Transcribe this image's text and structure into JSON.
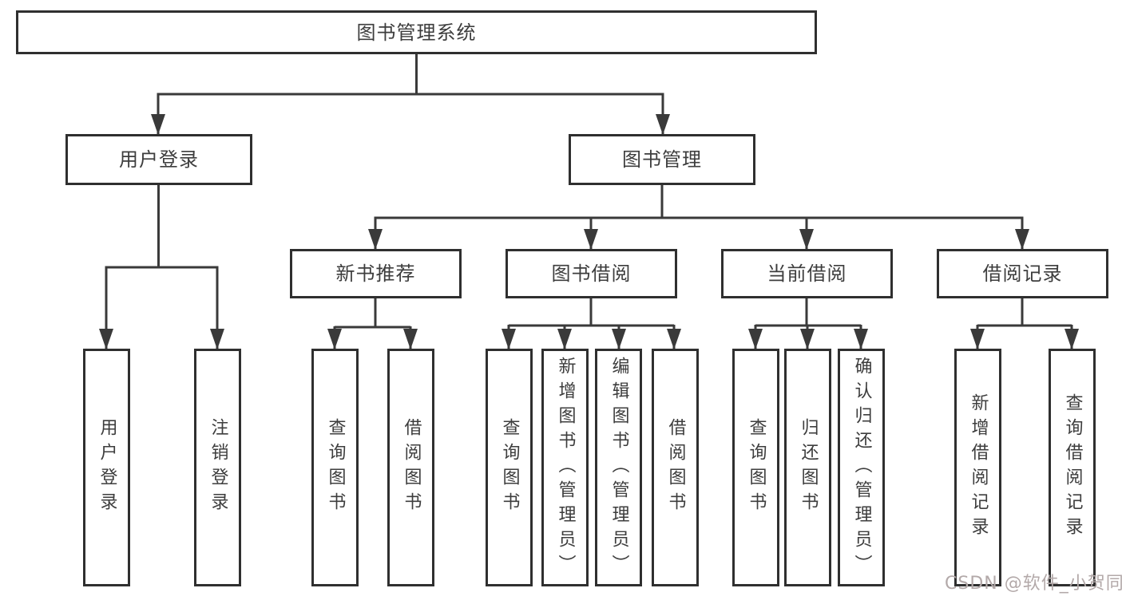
{
  "diagram": {
    "root": {
      "label": "图书管理系统",
      "children": [
        {
          "label": "用户登录",
          "children": [
            {
              "label": "用户登录"
            },
            {
              "label": "注销登录"
            }
          ]
        },
        {
          "label": "图书管理",
          "children": [
            {
              "label": "新书推荐",
              "children": [
                {
                  "label": "查询图书"
                },
                {
                  "label": "借阅图书"
                }
              ]
            },
            {
              "label": "图书借阅",
              "children": [
                {
                  "label": "查询图书"
                },
                {
                  "label": "新增图书（管理员）"
                },
                {
                  "label": "编辑图书（管理员）"
                },
                {
                  "label": "借阅图书"
                }
              ]
            },
            {
              "label": "当前借阅",
              "children": [
                {
                  "label": "查询图书"
                },
                {
                  "label": "归还图书"
                },
                {
                  "label": "确认归还（管理员）"
                }
              ]
            },
            {
              "label": "借阅记录",
              "children": [
                {
                  "label": "新增借阅记录"
                },
                {
                  "label": "查询借阅记录"
                }
              ]
            }
          ]
        }
      ]
    }
  },
  "watermark": {
    "text": "CSDN @软件_小贺同学"
  },
  "colors": {
    "line": "#3a3a3a",
    "box_border": "#2f2f2f",
    "box_fill": "#ffffff",
    "text": "#3d3d3d",
    "watermark": "#b3a9a9",
    "background": "#ffffff"
  }
}
